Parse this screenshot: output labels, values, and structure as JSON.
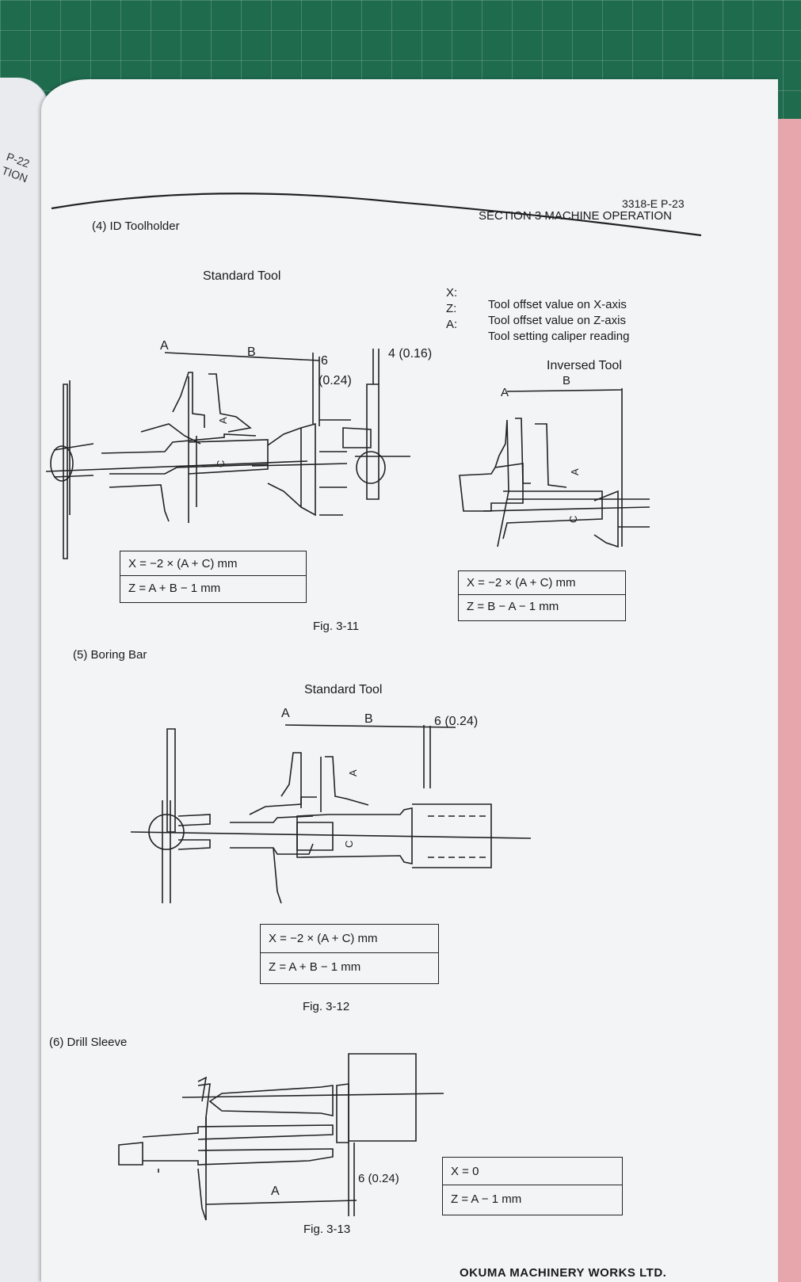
{
  "prev_page": {
    "page_label": "P-22",
    "section_fragment": "TION"
  },
  "header": {
    "doc_page": "3318-E  P-23",
    "section": "SECTION 3  MACHINE OPERATION"
  },
  "items": {
    "id_toolholder": "(4)   ID Toolholder",
    "boring_bar": "(5)   Boring Bar",
    "drill_sleeve": "(6)   Drill Sleeve"
  },
  "legend": [
    {
      "key": "X:",
      "text": "Tool offset value on X-axis"
    },
    {
      "key": "Z:",
      "text": "Tool offset value on Z-axis"
    },
    {
      "key": "A:",
      "text": "Tool setting caliper reading"
    }
  ],
  "fig11": {
    "standard_title": "Standard Tool",
    "inversed_title": "Inversed Tool",
    "label_A": "A",
    "label_B": "B",
    "label_C": "C",
    "dim_6": "6",
    "dim_024": "(0.24)",
    "dim_4": "4 (0.16)",
    "formula_std_x": "X = −2 ×  (A + C)  mm",
    "formula_std_z": "Z = A + B − 1  mm",
    "formula_inv_x": "X = −2 ×  (A + C)  mm",
    "formula_inv_z": "Z = B − A − 1  mm",
    "caption": "Fig. 3-11"
  },
  "fig12": {
    "title": "Standard Tool",
    "label_A": "A",
    "label_B": "B",
    "label_C": "C",
    "dim_6": "6 (0.24)",
    "formula_x": "X = −2 ×  (A + C)  mm",
    "formula_z": "Z =  A + B − 1  mm",
    "caption": "Fig. 3-12"
  },
  "fig13": {
    "label_A": "A",
    "dim_6": "6 (0.24)",
    "formula_x": "X = 0",
    "formula_z": "Z =  A − 1  mm",
    "caption": "Fig. 3-13"
  },
  "footer": {
    "company": "OKUMA MACHINERY WORKS LTD."
  }
}
